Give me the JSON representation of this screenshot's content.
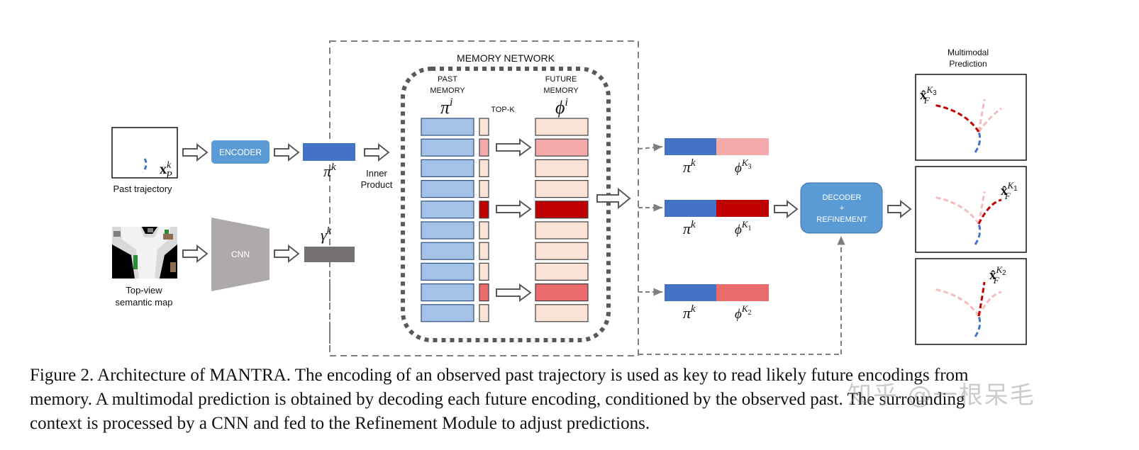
{
  "labels": {
    "memory_network": "MEMORY NETWORK",
    "past_memory_1": "PAST",
    "past_memory_2": "MEMORY",
    "future_memory_1": "FUTURE",
    "future_memory_2": "MEMORY",
    "top_k": "TOP-K",
    "encoder": "ENCODER",
    "cnn": "CNN",
    "decoder_1": "DECODER",
    "decoder_2": "+",
    "decoder_3": "REFINEMENT",
    "inner_product_1": "Inner",
    "inner_product_2": "Product",
    "past_trajectory": "Past trajectory",
    "topview_1": "Top-view",
    "topview_2": "semantic map",
    "multimodal_1": "Multimodal",
    "multimodal_2": "Prediction"
  },
  "math": {
    "pi_i": "π",
    "pi_i_sup": "i",
    "phi_i": "ϕ",
    "phi_i_sup": "i",
    "pi_k": "π",
    "pi_k_sup": "k",
    "gamma_k": "γ",
    "gamma_k_sup": "k",
    "x_p": "x",
    "x_p_sup": "k",
    "x_p_sub": "P",
    "phi_k1": "ϕ",
    "phi_k1_sup": "K",
    "phi_k1_sub": "1",
    "phi_k2": "ϕ",
    "phi_k2_sup": "K",
    "phi_k2_sub": "2",
    "phi_k3": "ϕ",
    "phi_k3_sup": "K",
    "phi_k3_sub": "3",
    "xhat": "x̂",
    "xhat_sub": "F",
    "xhat_sup": "K",
    "k1": "1",
    "k2": "2",
    "k3": "3"
  },
  "caption": {
    "line1": "Figure 2. Architecture of MANTRA. The encoding of an observed past trajectory is used as key to read likely future encodings from",
    "line2": "memory.  A multimodal prediction is obtained by decoding each future encoding, conditioned by the observed past.  The surrounding",
    "line3": "context is processed by a CNN and fed to the Refinement Module to adjust predictions."
  },
  "watermark": "知乎 @一根呆毛",
  "colors": {
    "past_memory": "#a4c2e8",
    "future_memory": "#fbe4d6",
    "encoder": "#5b9bd5",
    "pi_k": "#4472c4",
    "gamma_k": "#767171",
    "cnn": "#aeaaaa",
    "top1": "#c00000",
    "top2": "#ea6b6b",
    "top3": "#f4aaaa"
  }
}
